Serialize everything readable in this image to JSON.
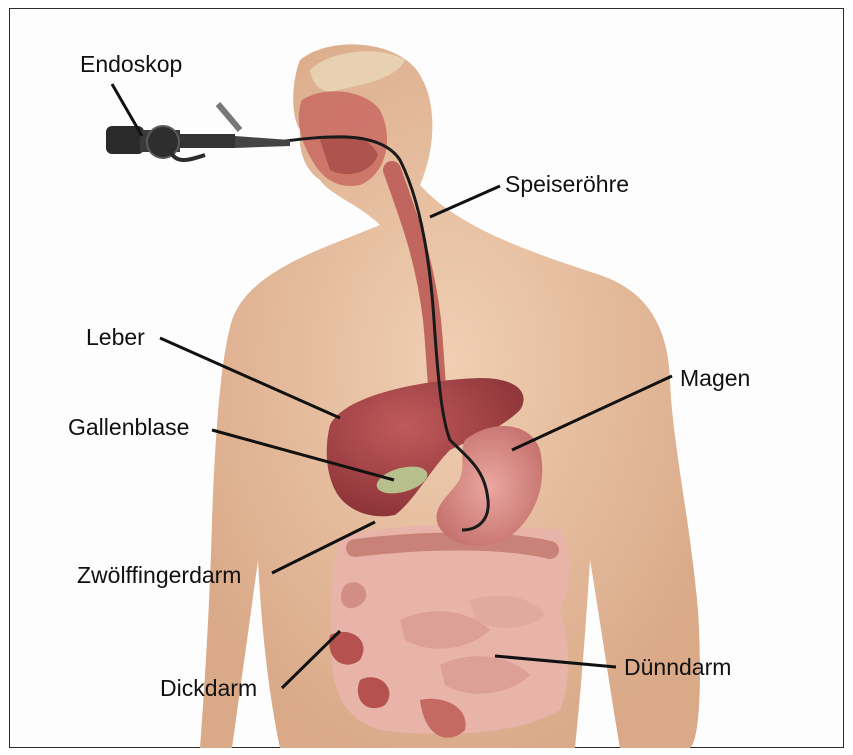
{
  "labels": {
    "endoscope": "Endoskop",
    "esophagus": "Speiseröhre",
    "liver": "Leber",
    "stomach": "Magen",
    "gallbladder": "Gallenblase",
    "duodenum": "Zwölffingerdarm",
    "small_intestine": "Dünndarm",
    "large_intestine": "Dickdarm"
  },
  "colors": {
    "skin": "#e8c2a2",
    "liver": "#a8484c",
    "stomach": "#d98c86",
    "intestine": "#e3aaa0",
    "endoscope": "#2b2b2b",
    "gallbladder": "#b7c08c"
  }
}
